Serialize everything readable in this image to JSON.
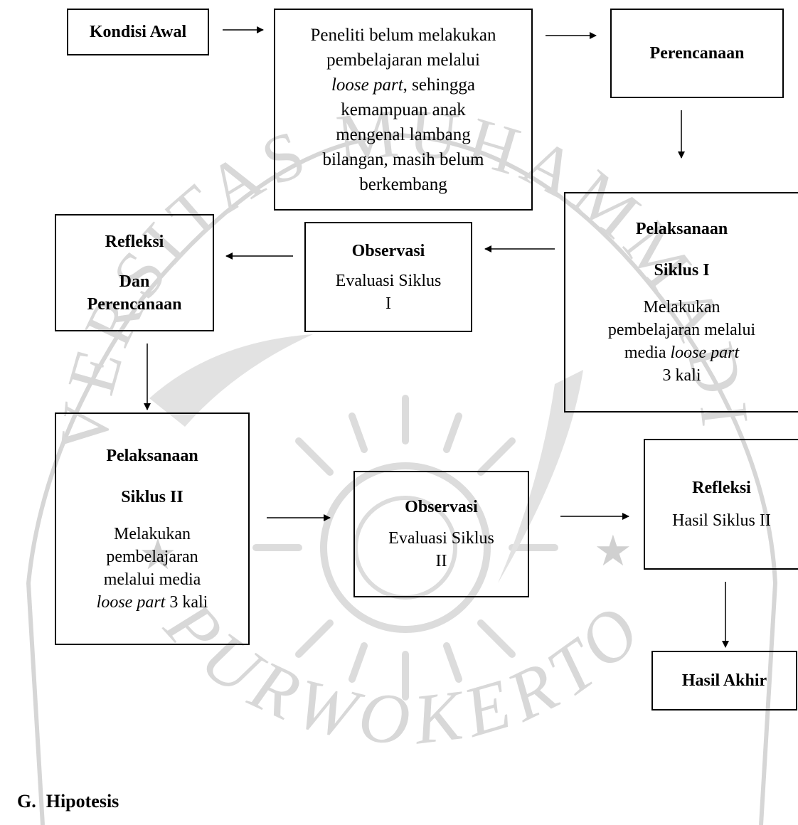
{
  "watermark": {
    "text_top": "UNIVERSITAS MUHAMMADIYAH",
    "text_bottom": "PURWOKERTO",
    "color": "#d6d6d6"
  },
  "boxes": {
    "kondisi_awal": {
      "title": "Kondisi Awal"
    },
    "kondisi_desc": {
      "l1": "Peneliti belum melakukan",
      "l2": "pembelajaran melalui",
      "l3_italic": "loose part",
      "l3_rest": ", sehingga",
      "l4": "kemampuan anak",
      "l5": "mengenal lambang",
      "l6": "bilangan, masih belum",
      "l7": "berkembang"
    },
    "perencanaan": {
      "title": "Perencanaan"
    },
    "pelaksanaan1": {
      "title": "Pelaksanaan",
      "subtitle": "Siklus I",
      "l1": "Melakukan",
      "l2": "pembelajaran melalui",
      "l3_pre": "media ",
      "l3_italic": "loose part",
      "l4": "3 kali"
    },
    "observasi1": {
      "title": "Observasi",
      "l1": "Evaluasi Siklus",
      "l2": "I"
    },
    "refleksi1": {
      "title": "Refleksi",
      "l1": "Dan",
      "l2": "Perencanaan"
    },
    "pelaksanaan2": {
      "title": "Pelaksanaan",
      "subtitle": "Siklus II",
      "l1": "Melakukan",
      "l2": "pembelajaran",
      "l3": "melalui media",
      "l4_italic": "loose part",
      "l4_rest": " 3 kali"
    },
    "observasi2": {
      "title": "Observasi",
      "l1": "Evaluasi Siklus",
      "l2": "II"
    },
    "refleksi2": {
      "title": "Refleksi",
      "l1": "Hasil Siklus II"
    },
    "hasil_akhir": {
      "title": "Hasil Akhir"
    }
  },
  "heading": {
    "letter": "G.",
    "text": "Hipotesis"
  }
}
